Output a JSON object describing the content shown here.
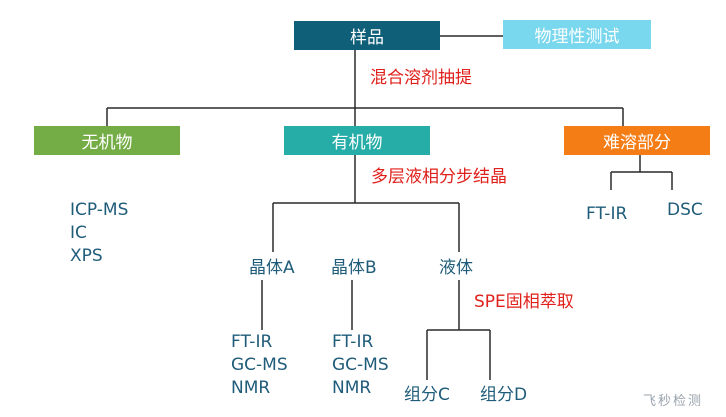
{
  "sample": {
    "label": "样品",
    "color": "#0f5f79"
  },
  "physical_test": {
    "label": "物理性测试",
    "color": "#79d7ee"
  },
  "mixed_extraction": {
    "label": "混合溶剂抽提"
  },
  "inorganic": {
    "label": "无机物",
    "color": "#74ad45",
    "methods": [
      "ICP-MS",
      "IC",
      "XPS"
    ]
  },
  "organic": {
    "label": "有机物",
    "color": "#27ada8"
  },
  "insoluble": {
    "label": "难溶部分",
    "color": "#f47d16",
    "methods": [
      "FT-IR",
      "DSC"
    ]
  },
  "multilayer": {
    "label": "多层液相分步结晶"
  },
  "crystal_a": {
    "label": "晶体A",
    "methods": [
      "FT-IR",
      "GC-MS",
      "NMR"
    ]
  },
  "crystal_b": {
    "label": "晶体B",
    "methods": [
      "FT-IR",
      "GC-MS",
      "NMR"
    ]
  },
  "liquid": {
    "label": "液体"
  },
  "spe": {
    "label": "SPE固相萃取"
  },
  "component_c": {
    "label": "组分C"
  },
  "component_d": {
    "label": "组分D"
  },
  "watermark": {
    "text": "飞秒检测"
  },
  "colors": {
    "line": "#2a2a2a",
    "text": "#1f5c7a",
    "accent": "#e0201b"
  }
}
